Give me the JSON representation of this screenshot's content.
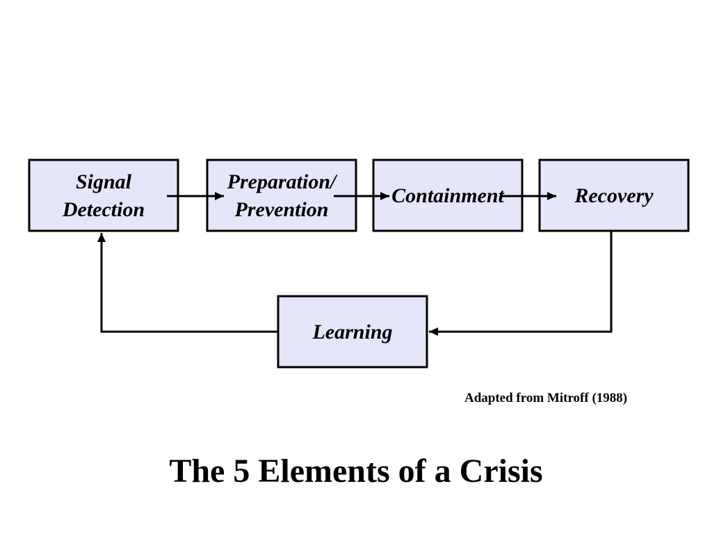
{
  "colors": {
    "box_fill": "#e6e6fa",
    "stroke": "#000000",
    "text": "#000000"
  },
  "diagram": {
    "nodes": [
      {
        "id": "signal-detection",
        "label_lines": [
          "Signal",
          "Detection"
        ]
      },
      {
        "id": "preparation-prevention",
        "label_lines": [
          "Preparation/",
          "Prevention"
        ]
      },
      {
        "id": "containment",
        "label_lines": [
          "Containment"
        ]
      },
      {
        "id": "recovery",
        "label_lines": [
          "Recovery"
        ]
      },
      {
        "id": "learning",
        "label_lines": [
          "Learning"
        ]
      }
    ],
    "edges": [
      {
        "from": "signal-detection",
        "to": "preparation-prevention"
      },
      {
        "from": "preparation-prevention",
        "to": "containment"
      },
      {
        "from": "containment",
        "to": "recovery"
      },
      {
        "from": "recovery",
        "to": "learning"
      },
      {
        "from": "learning",
        "to": "signal-detection"
      }
    ]
  },
  "attribution": "Adapted from Mitroff (1988)",
  "title": "The 5 Elements of a Crisis"
}
